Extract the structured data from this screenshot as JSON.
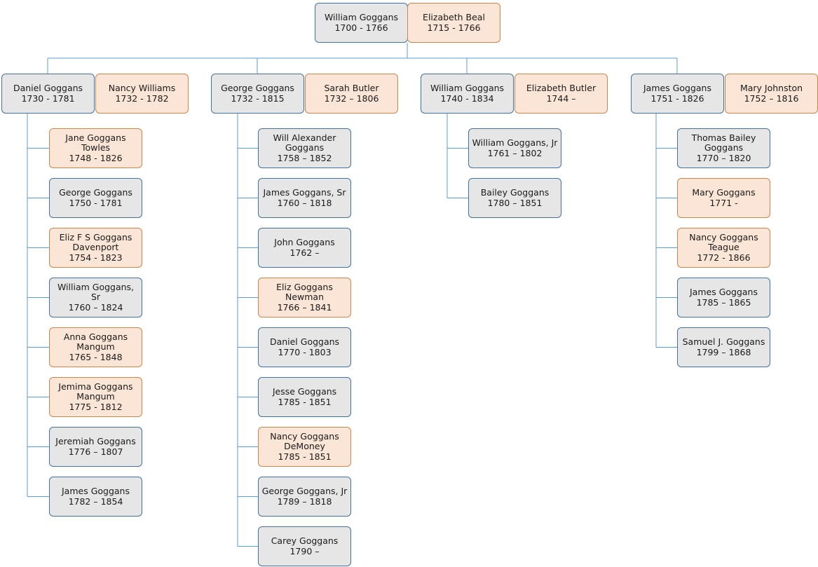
{
  "root": {
    "husband": {
      "name": "William Goggans",
      "dates": "1700 - 1766",
      "sex": "m"
    },
    "wife": {
      "name": "Elizabeth Beal",
      "dates": "1715 - 1766",
      "sex": "f"
    }
  },
  "families": [
    {
      "id": "daniel",
      "husband": {
        "name": "Daniel Goggans",
        "dates": "1730 - 1781",
        "sex": "m"
      },
      "wife": {
        "name": "Nancy Williams",
        "dates": "1732 - 1782",
        "sex": "f"
      },
      "children": [
        {
          "name": "Jane Goggans Towles",
          "dates": "1748 - 1826",
          "sex": "f"
        },
        {
          "name": "George Goggans",
          "dates": "1750 - 1781",
          "sex": "m"
        },
        {
          "name": "Eliz F S Goggans Davenport",
          "dates": "1754 - 1823",
          "sex": "f"
        },
        {
          "name": "William Goggans, Sr",
          "dates": "1760 – 1824",
          "sex": "m"
        },
        {
          "name": "Anna Goggans Mangum",
          "dates": "1765 - 1848",
          "sex": "f"
        },
        {
          "name": "Jemima  Goggans Mangum",
          "dates": "1775 - 1812",
          "sex": "f"
        },
        {
          "name": "Jeremiah Goggans",
          "dates": "1776 – 1807",
          "sex": "m"
        },
        {
          "name": "James Goggans",
          "dates": "1782 – 1854",
          "sex": "m"
        }
      ]
    },
    {
      "id": "george",
      "husband": {
        "name": "George Goggans",
        "dates": "1732 - 1815",
        "sex": "m"
      },
      "wife": {
        "name": "Sarah Butler",
        "dates": "1732 – 1806",
        "sex": "f"
      },
      "children": [
        {
          "name": "Will Alexander Goggans",
          "dates": "1758 – 1852",
          "sex": "m"
        },
        {
          "name": "James Goggans, Sr",
          "dates": "1760 – 1818",
          "sex": "m"
        },
        {
          "name": "John Goggans",
          "dates": "1762 –",
          "sex": "m"
        },
        {
          "name": "Eliz Goggans Newman",
          "dates": "1766 – 1841",
          "sex": "f"
        },
        {
          "name": "Daniel Goggans",
          "dates": "1770 - 1803",
          "sex": "m"
        },
        {
          "name": "Jesse Goggans",
          "dates": "1785 - 1851",
          "sex": "m"
        },
        {
          "name": "Nancy Goggans DeMoney",
          "dates": "1785 - 1851",
          "sex": "f"
        },
        {
          "name": "George Goggans, Jr",
          "dates": "1789 – 1818",
          "sex": "m"
        },
        {
          "name": "Carey Goggans",
          "dates": "1790 –",
          "sex": "m"
        }
      ]
    },
    {
      "id": "william",
      "husband": {
        "name": "William Goggans",
        "dates": "1740 - 1834",
        "sex": "m"
      },
      "wife": {
        "name": "Elizabeth Butler",
        "dates": "1744 –",
        "sex": "f"
      },
      "children": [
        {
          "name": "William Goggans, Jr",
          "dates": "1761 – 1802",
          "sex": "m"
        },
        {
          "name": "Bailey Goggans",
          "dates": "1780 – 1851",
          "sex": "m"
        }
      ]
    },
    {
      "id": "james",
      "husband": {
        "name": "James Goggans",
        "dates": "1751 - 1826",
        "sex": "m"
      },
      "wife": {
        "name": "Mary Johnston",
        "dates": "1752 – 1816",
        "sex": "f"
      },
      "children": [
        {
          "name": "Thomas Bailey Goggans",
          "dates": "1770 – 1820",
          "sex": "m"
        },
        {
          "name": "Mary Goggans",
          "dates": "1771 -",
          "sex": "f"
        },
        {
          "name": "Nancy Goggans Teague",
          "dates": "1772 - 1866",
          "sex": "f"
        },
        {
          "name": "James Goggans",
          "dates": "1785 – 1865",
          "sex": "m"
        },
        {
          "name": "Samuel J. Goggans",
          "dates": "1799 – 1868",
          "sex": "m"
        }
      ]
    }
  ],
  "colors": {
    "male_fill": "#e7e6e6",
    "female_fill": "#fbe5d6",
    "male_border": "#41719c",
    "female_border": "#c9874b",
    "connector": "#5b9bd5"
  }
}
